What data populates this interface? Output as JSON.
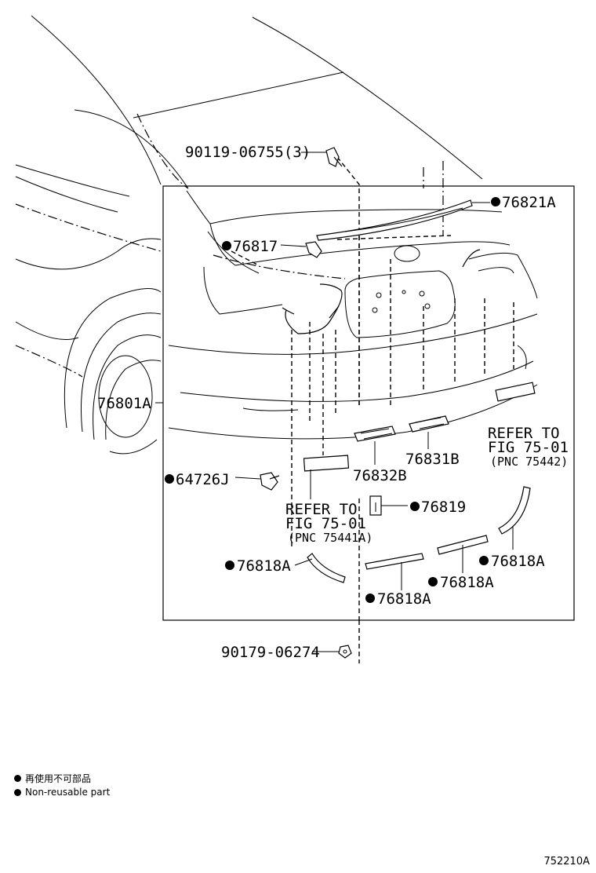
{
  "parts": {
    "p90119": "90119-06755(3)",
    "p76821A": "76821A",
    "p76817": "76817",
    "p76801A": "76801A",
    "p76831B": "76831B",
    "p76832B": "76832B",
    "p64726J": "64726J",
    "p76819": "76819",
    "p76818A_1": "76818A",
    "p76818A_2": "76818A",
    "p76818A_3": "76818A",
    "p76818A_4": "76818A",
    "p90179": "90179-06274"
  },
  "refs": {
    "right": {
      "line1": "REFER TO",
      "line2": "FIG 75-01",
      "line3": "(PNC 75442)"
    },
    "left": {
      "line1": "REFER TO",
      "line2": "FIG 75-01",
      "line3": "(PNC 75441A)"
    }
  },
  "legend": {
    "jp": "再使用不可部品",
    "en": "Non-reusable part"
  },
  "figure_code": "752210A"
}
